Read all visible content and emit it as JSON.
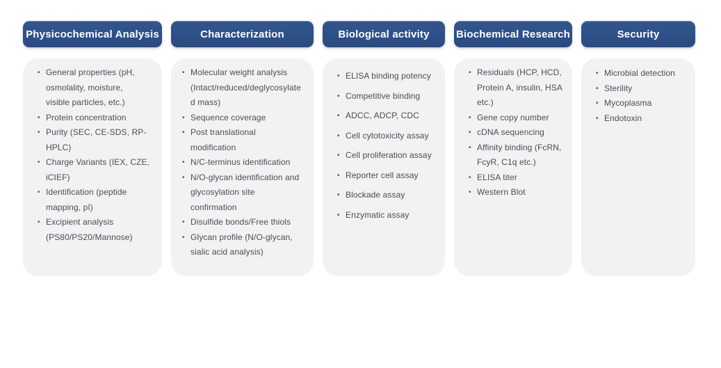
{
  "ui": {
    "bullet": "•"
  },
  "colors": {
    "header_bg": "#2c4d86",
    "header_text": "#ffffff",
    "card_bg": "#f2f2f2",
    "body_text": "#454e58"
  },
  "columns": [
    {
      "title": "Physicochemical Analysis",
      "items": [
        "General properties (pH,\nosmolality, moisture,\nvisible particles, etc.)",
        "Protein concentration",
        "Purity (SEC,  CE-SDS, RP-\nHPLC)",
        "Charge Variants (IEX, CZE,\niCIEF)",
        "Identification (peptide\nmapping, pI)",
        "Excipient analysis\n(PS80/PS20/Mannose)"
      ]
    },
    {
      "title": "Characterization",
      "items": [
        "Molecular weight analysis\n(Intact/reduced/deglycosylate\nd mass)",
        "Sequence coverage",
        "Post translational\nmodification",
        "N/C-terminus identification",
        "N/O-glycan identification and\nglycosylation site\nconfirmation",
        "Disulfide bonds/Free thiols",
        "Glycan profile (N/O-glycan,\nsialic acid analysis)"
      ]
    },
    {
      "title": "Biological activity",
      "items": [
        "ELISA binding potency",
        "Competitive binding",
        "ADCC, ADCP, CDC",
        "Cell cytotoxicity assay",
        "Cell proliferation assay",
        "Reporter cell assay",
        "Blockade assay",
        "Enzymatic assay"
      ]
    },
    {
      "title": "Biochemical Research",
      "items": [
        "Residuals (HCP, HCD,\nProtein A, insulin, HSA\netc.)",
        "Gene copy number",
        "cDNA sequencing",
        "Affinity binding (FcRN,\nFcyR, C1q etc.)",
        "ELISA titer",
        "Western Blot"
      ]
    },
    {
      "title": "Security",
      "items": [
        "Microbial detection",
        "Sterility",
        "Mycoplasma",
        "Endotoxin"
      ]
    }
  ]
}
